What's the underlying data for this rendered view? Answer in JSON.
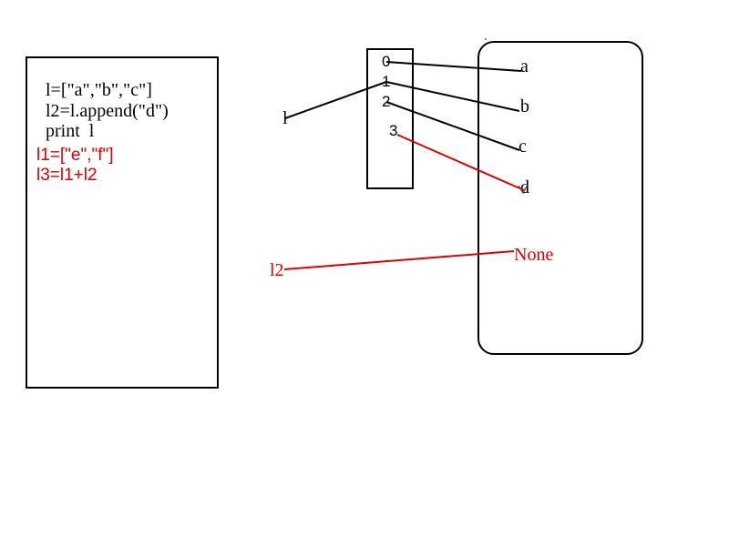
{
  "code": {
    "lines": [
      "l=[\"a\",\"b\",\"c\"]",
      "l2=l.append(\"d\")",
      "print  l"
    ],
    "red_lines": [
      "l1=[\"e\",\"f\"]",
      "l3=l1+l2"
    ]
  },
  "indices": [
    "0",
    "1",
    "2",
    "3"
  ],
  "elements": [
    "a",
    "b",
    "c",
    "d"
  ],
  "none_label": "None",
  "variables": {
    "l": "l",
    "l2": "l2"
  },
  "colors": {
    "black": "#000000",
    "red": "#e00000"
  }
}
